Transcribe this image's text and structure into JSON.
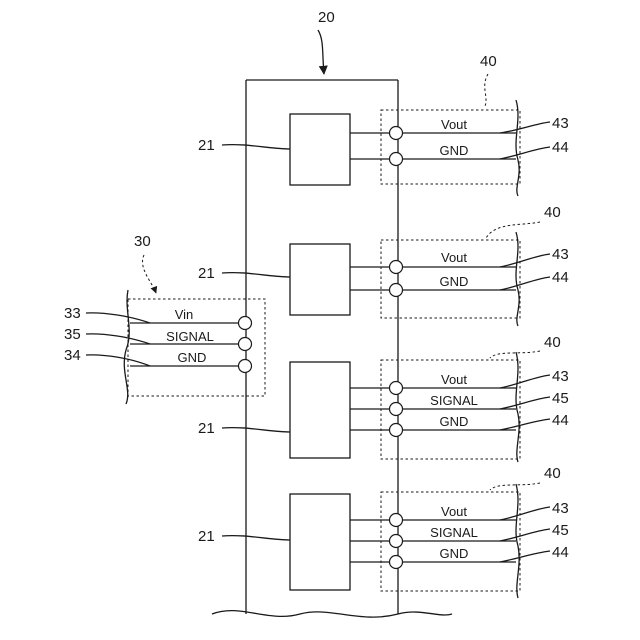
{
  "board": {
    "ref": "20",
    "module_ref": "21"
  },
  "input_connector": {
    "ref": "30",
    "lines": [
      {
        "ref": "33",
        "label": "Vin"
      },
      {
        "ref": "35",
        "label": "SIGNAL"
      },
      {
        "ref": "34",
        "label": "GND"
      }
    ]
  },
  "output_connectors": [
    {
      "ref": "40",
      "lines": [
        {
          "ref": "43",
          "label": "Vout"
        },
        {
          "ref": "44",
          "label": "GND"
        }
      ]
    },
    {
      "ref": "40",
      "lines": [
        {
          "ref": "43",
          "label": "Vout"
        },
        {
          "ref": "44",
          "label": "GND"
        }
      ]
    },
    {
      "ref": "40",
      "lines": [
        {
          "ref": "43",
          "label": "Vout"
        },
        {
          "ref": "45",
          "label": "SIGNAL"
        },
        {
          "ref": "44",
          "label": "GND"
        }
      ]
    },
    {
      "ref": "40",
      "lines": [
        {
          "ref": "43",
          "label": "Vout"
        },
        {
          "ref": "45",
          "label": "SIGNAL"
        },
        {
          "ref": "44",
          "label": "GND"
        }
      ]
    }
  ]
}
